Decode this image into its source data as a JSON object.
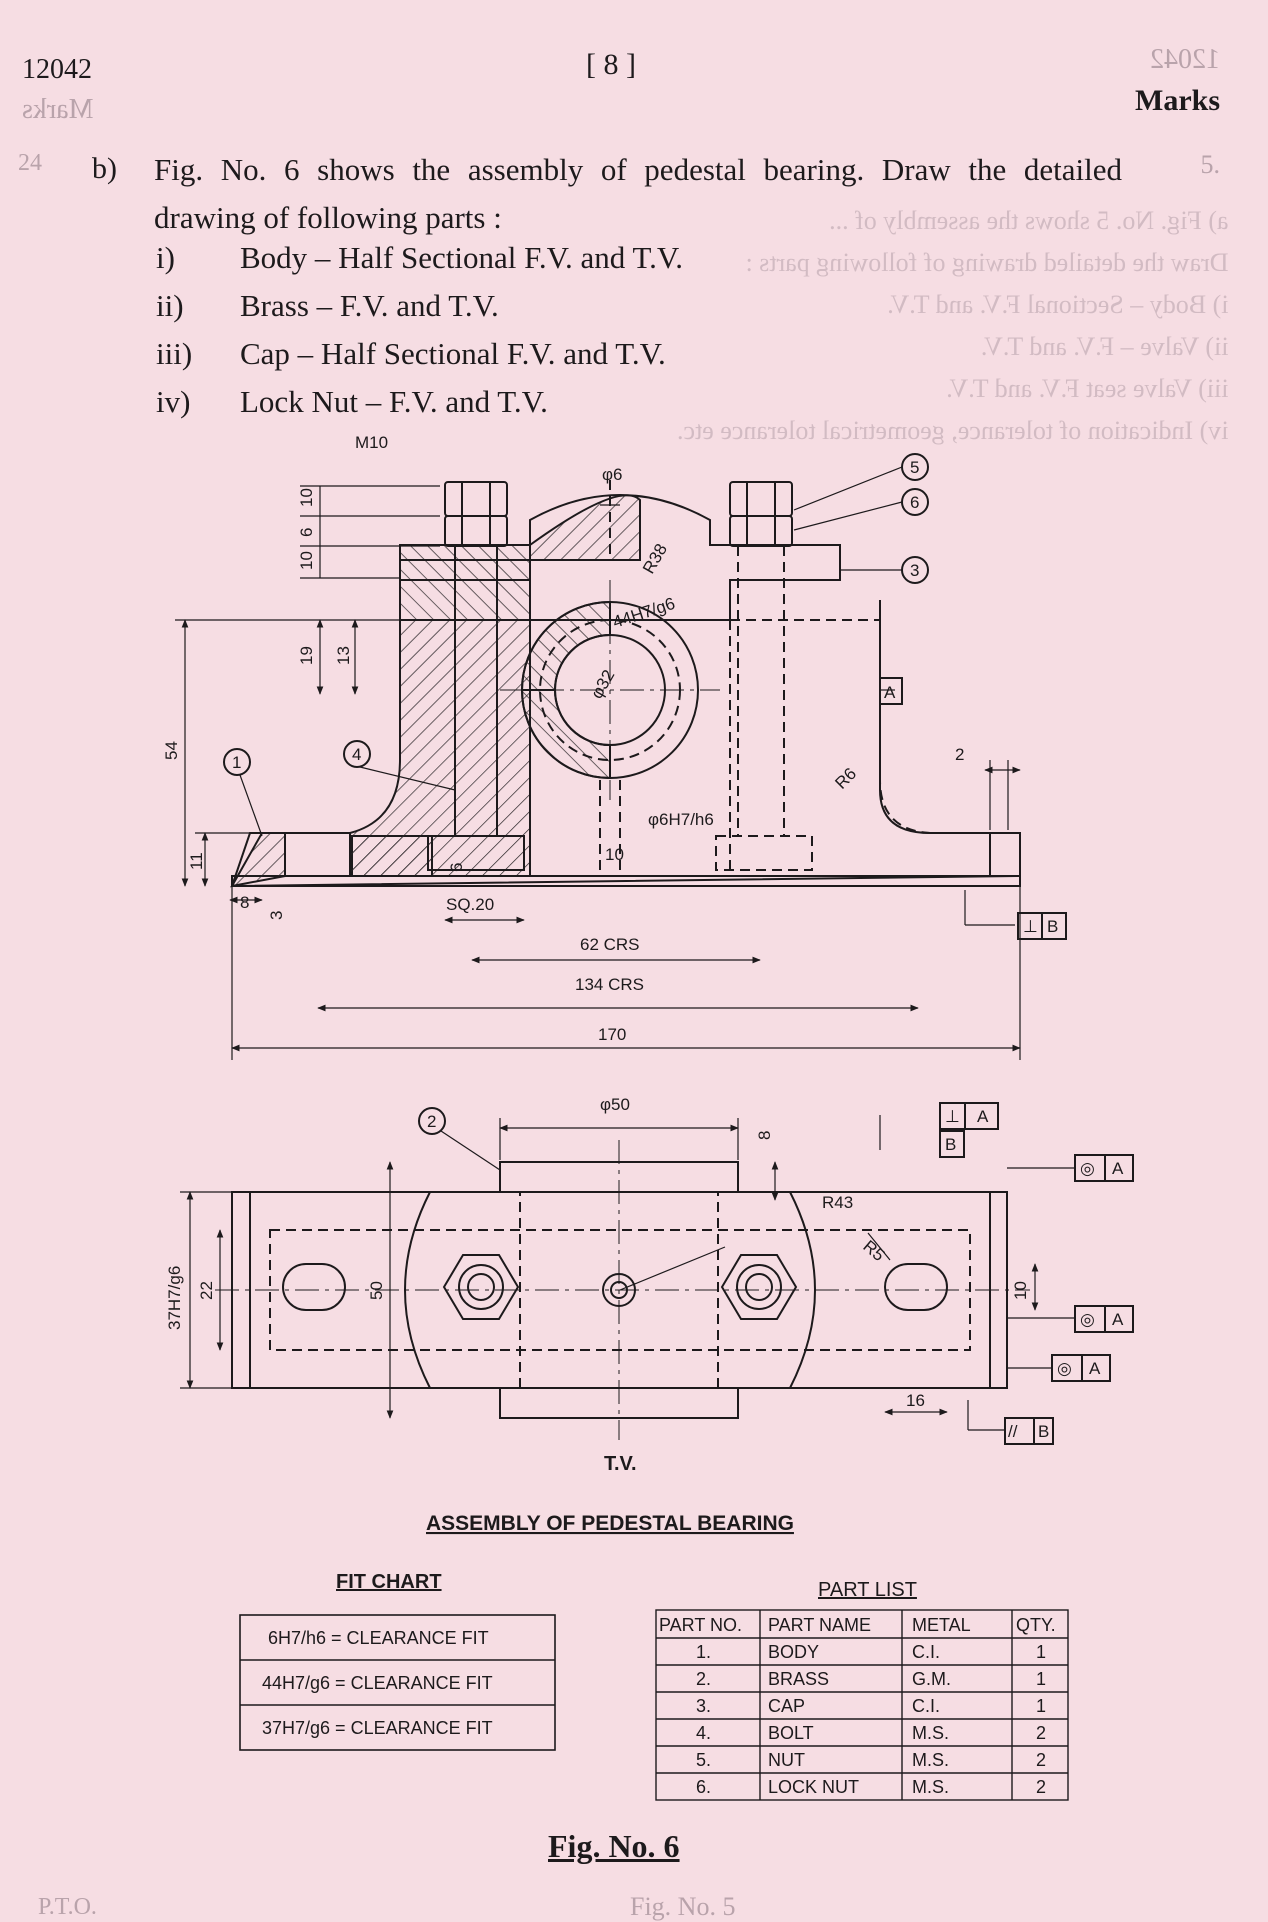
{
  "header": {
    "paper_code": "12042",
    "page_label": "[ 8 ]",
    "marks_label": "Marks"
  },
  "bleed_through": {
    "marks": "Marks",
    "mark_value": "24",
    "paper_code": "12042",
    "question_no": "5.",
    "lines": [
      "a)  Fig. No. 5 shows the assembly of ...",
      "Draw the detailed drawing of following parts :",
      "i)   Body – Sectional F.V. and T.V.",
      "ii)  Valve – F.V. and T.V.",
      "iii) Valve seat F.V. and T.V.",
      "iv)  Indication of tolerance, geometrical tolerance etc."
    ],
    "bottom_left": "P.T.O.",
    "bottom_mid": "Fig. No. 5"
  },
  "question": {
    "label": "b)",
    "text": "Fig. No. 6 shows the assembly of pedestal bearing. Draw the detailed drawing of following parts :",
    "items": [
      {
        "num": "i)",
        "text": "Body – Half Sectional F.V. and T.V."
      },
      {
        "num": "ii)",
        "text": "Brass – F.V. and T.V."
      },
      {
        "num": "iii)",
        "text": "Cap – Half Sectional F.V. and T.V."
      },
      {
        "num": "iv)",
        "text": "Lock Nut – F.V. and T.V."
      }
    ]
  },
  "front_view": {
    "thread": "M10",
    "dims": {
      "d_bolt_top": "10",
      "d_lock": "6",
      "d_cap": "10",
      "d_19": "19",
      "d_13": "13",
      "d_54": "54",
      "d_11": "11",
      "d_8": "8",
      "d_3": "3",
      "d_6_base": "6",
      "sq": "SQ.20",
      "crs62": "62 CRS",
      "crs134": "134 CRS",
      "overall": "170",
      "phi6": "φ6",
      "r38": "R38",
      "fit44": "44H7/g6",
      "phi32": "φ32",
      "fit6": "φ6H7/h6",
      "d_10_pin": "10",
      "r6": "R6",
      "d_2": "2"
    },
    "datum_a": "A",
    "perp_symbol": "⊥",
    "perp_ref": "B",
    "balloons": [
      "1",
      "2",
      "3",
      "4",
      "5",
      "6"
    ]
  },
  "top_view": {
    "title": "T.V.",
    "dims": {
      "phi50": "φ50",
      "d_8": "8",
      "r43": "R43",
      "r5": "R5",
      "d_10": "10",
      "d_16": "16",
      "fit37": "37H7/g6",
      "d_22": "22",
      "d_50": "50"
    },
    "gt_perp": "⊥",
    "gt_perp_ref": "A",
    "datum_b": "B",
    "gt_conc": "◎",
    "gt_conc_ref": "A",
    "gt_par": "//",
    "gt_par_ref": "B"
  },
  "assembly_title": "ASSEMBLY OF PEDESTAL BEARING",
  "fit_chart": {
    "title": "FIT CHART",
    "rows": [
      "6H7/h6 = CLEARANCE FIT",
      "44H7/g6 = CLEARANCE FIT",
      "37H7/g6 = CLEARANCE FIT"
    ]
  },
  "part_list": {
    "title": "PART LIST",
    "headers": [
      "PART NO.",
      "PART NAME",
      "METAL",
      "QTY."
    ],
    "rows": [
      [
        "1.",
        "BODY",
        "C.I.",
        "1"
      ],
      [
        "2.",
        "BRASS",
        "G.M.",
        "1"
      ],
      [
        "3.",
        "CAP",
        "C.I.",
        "1"
      ],
      [
        "4.",
        "BOLT",
        "M.S.",
        "2"
      ],
      [
        "5.",
        "NUT",
        "M.S.",
        "2"
      ],
      [
        "6.",
        "LOCK NUT",
        "M.S.",
        "2"
      ]
    ]
  },
  "figure_caption": "Fig. No. 6"
}
